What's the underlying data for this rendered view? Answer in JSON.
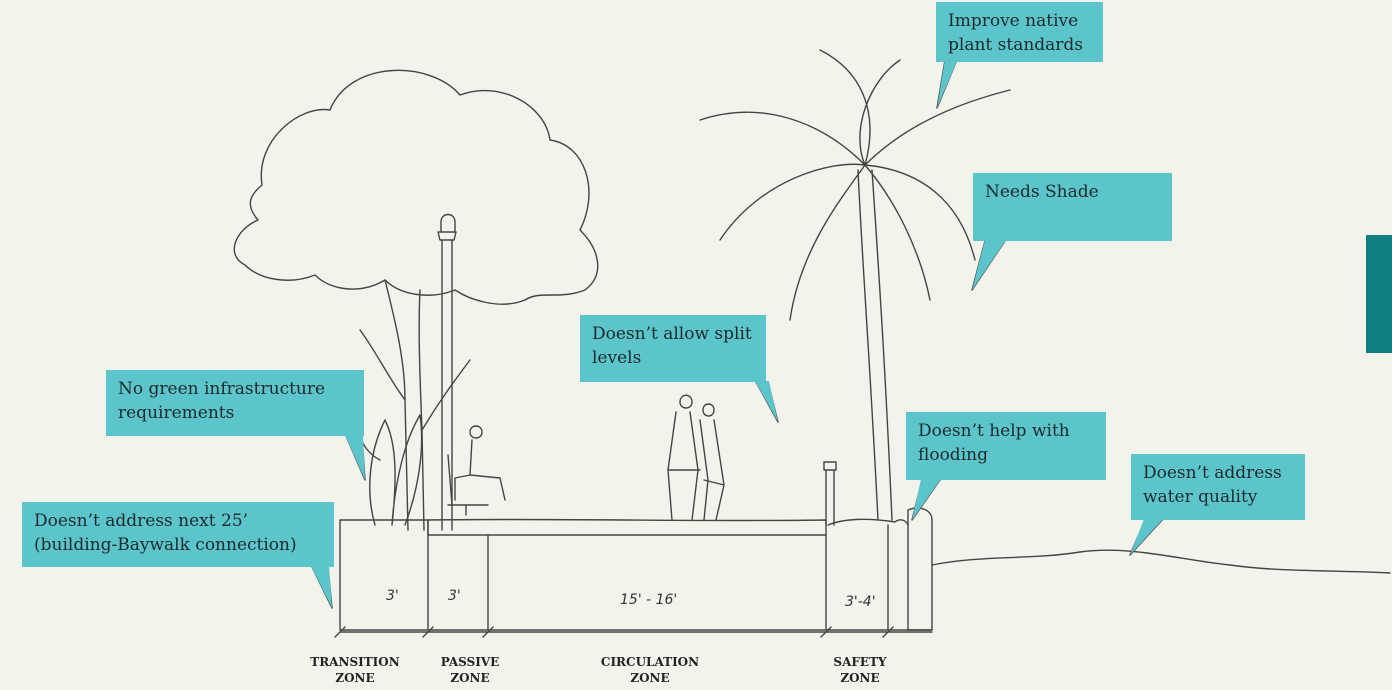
{
  "callouts": [
    {
      "id": "native-plants",
      "text": "Improve native plant standards"
    },
    {
      "id": "shade",
      "text": "Needs Shade"
    },
    {
      "id": "split-levels",
      "text": "Doesn’t allow split levels"
    },
    {
      "id": "green-infra",
      "text": "No green infrastructure requirements"
    },
    {
      "id": "flooding",
      "text": "Doesn’t help with flooding"
    },
    {
      "id": "water-quality",
      "text": "Doesn’t address water quality"
    },
    {
      "id": "next-25",
      "text": "Doesn’t address next 25’ (building-Baywalk connection)"
    }
  ],
  "dimensions": {
    "transition": "3'",
    "passive": "3'",
    "circulation": "15' - 16'",
    "safety": "3'-4'"
  },
  "zones": [
    {
      "line1": "TRANSITION",
      "line2": "ZONE"
    },
    {
      "line1": "PASSIVE",
      "line2": "ZONE"
    },
    {
      "line1": "CIRCULATION",
      "line2": "ZONE"
    },
    {
      "line1": "SAFETY",
      "line2": "ZONE"
    }
  ],
  "colors": {
    "callout": "#5cc5cb",
    "side_tab": "#0e7e80",
    "background": "#f3f3ec"
  }
}
